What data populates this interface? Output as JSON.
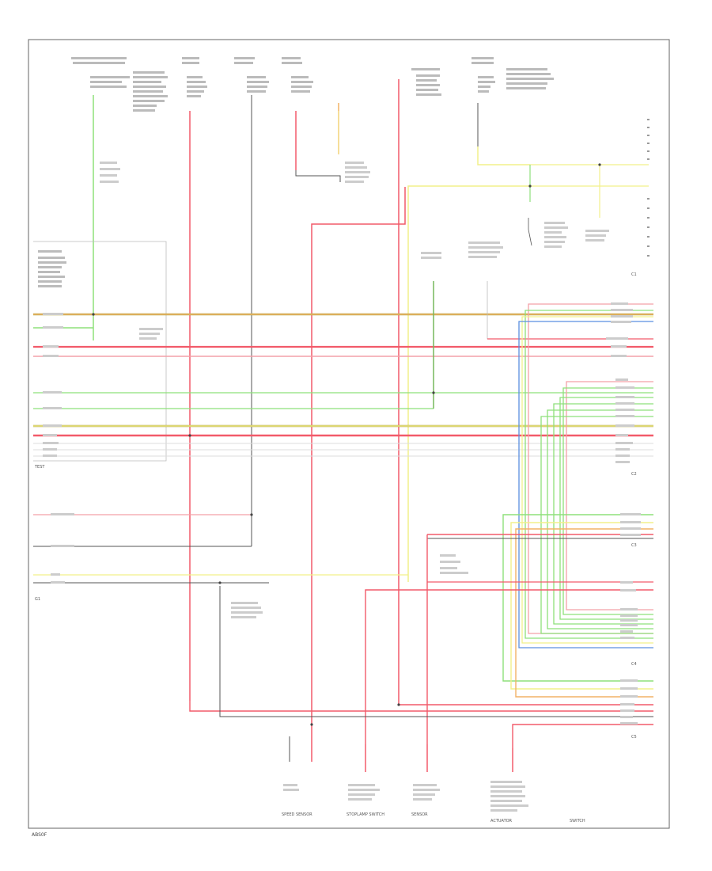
{
  "footer_code": "ABS0F",
  "colors": {
    "red": "#f25a6a",
    "pink": "#f4a0a8",
    "green": "#8ee07a",
    "yellow": "#f2f08a",
    "orange": "#f2b266",
    "blue": "#5b8fe0",
    "teal": "#5fb8b0",
    "dark": "#555555",
    "frame": "#666666"
  },
  "labels": {
    "c1_title": "C1",
    "c2_title": "C2",
    "c3_title": "C3",
    "c4_title": "C4",
    "c5_title": "C5",
    "test_title": "TEST",
    "ground": "G1",
    "bottom_1": "SPEED SENSOR",
    "bottom_2": "STOPLAMP SWITCH",
    "bottom_3": "SENSOR",
    "bottom_4": "ACTUATOR",
    "bottom_5": "SWITCH"
  }
}
